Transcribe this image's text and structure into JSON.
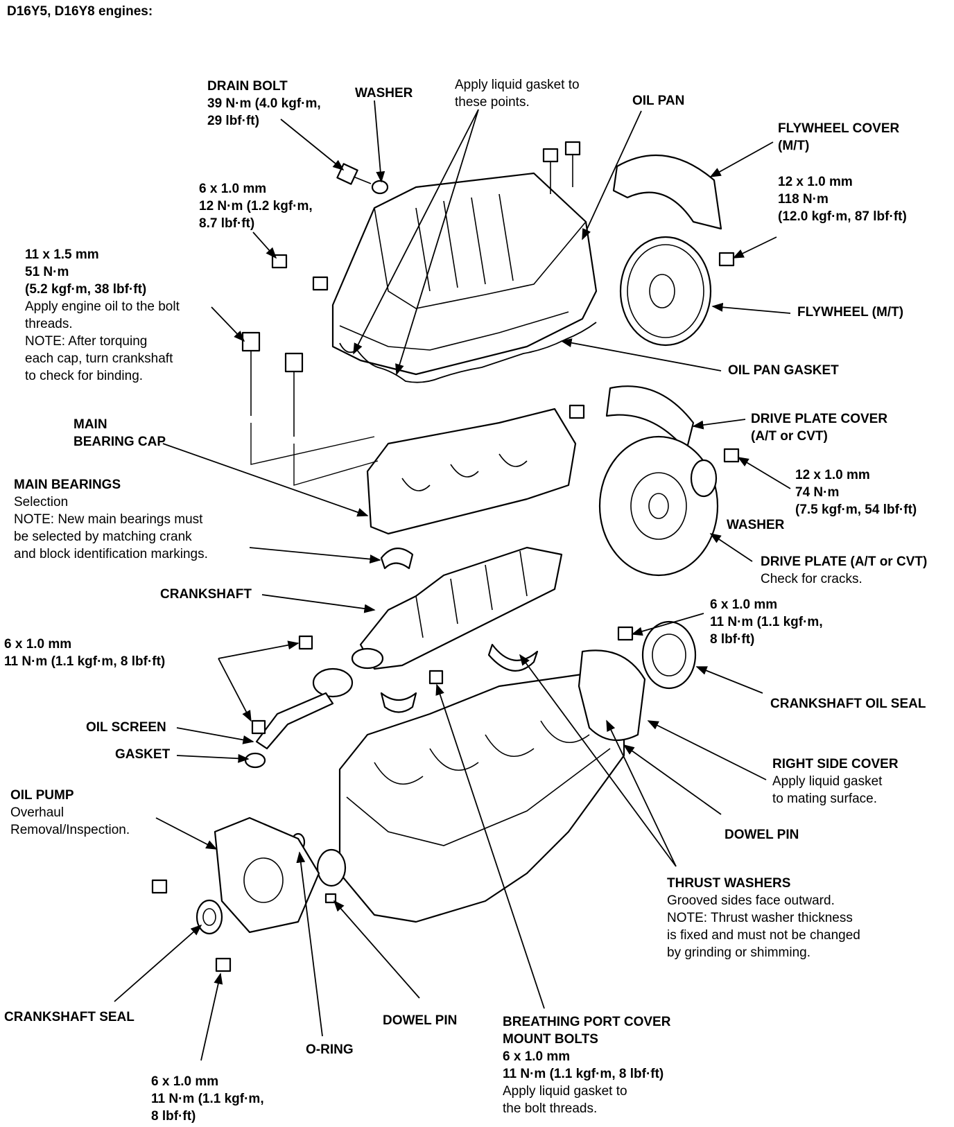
{
  "title": "D16Y5, D16Y8 engines:",
  "labels": {
    "drain_bolt": {
      "name": "DRAIN BOLT",
      "spec1": "39 N·m (4.0 kgf·m,",
      "spec2": "29 lbf·ft)"
    },
    "washer_top": {
      "name": "WASHER"
    },
    "liquid_gasket": {
      "line1": "Apply liquid gasket to",
      "line2": "these points."
    },
    "oil_pan": {
      "name": "OIL PAN"
    },
    "flywheel_cover": {
      "name": "FLYWHEEL COVER",
      "sub": "(M/T)"
    },
    "bolt_12x1_flywheel": {
      "size": "12 x 1.0 mm",
      "torque": "118 N·m",
      "conv": "(12.0 kgf·m, 87 lbf·ft)"
    },
    "bolt_6x1_pan": {
      "size": "6 x 1.0 mm",
      "torque": "12 N·m (1.2 kgf·m,",
      "conv": "8.7 lbf·ft)"
    },
    "bolt_11x15": {
      "size": "11 x 1.5 mm",
      "torque": "51 N·m",
      "conv": "(5.2 kgf·m, 38 lbf·ft)",
      "note1": "Apply engine oil to the bolt",
      "note2": "threads.",
      "note3": "NOTE:  After torquing",
      "note4": "each cap, turn crankshaft",
      "note5": "to check for binding."
    },
    "flywheel": {
      "name": "FLYWHEEL (M/T)"
    },
    "oil_pan_gasket": {
      "name": "OIL PAN GASKET"
    },
    "main_bearing_cap": {
      "line1": "MAIN",
      "line2": "BEARING CAP"
    },
    "drive_plate_cover": {
      "name": "DRIVE PLATE COVER",
      "sub": "(A/T or CVT)"
    },
    "bolt_12x1_drive": {
      "size": "12 x 1.0 mm",
      "torque": "74 N·m",
      "conv": "(7.5 kgf·m, 54 lbf·ft)"
    },
    "main_bearings": {
      "name": "MAIN BEARINGS",
      "sub": "Selection",
      "note1": "NOTE:  New main bearings must",
      "note2": "be selected by matching crank",
      "note3": "and block identification markings."
    },
    "washer_drive": {
      "name": "WASHER"
    },
    "drive_plate": {
      "name": "DRIVE PLATE (A/T or CVT)",
      "sub": "Check for cracks."
    },
    "crankshaft": {
      "name": "CRANKSHAFT"
    },
    "bolt_6x1_right": {
      "size": "6 x 1.0 mm",
      "torque": "11 N·m (1.1 kgf·m,",
      "conv": "8 lbf·ft)"
    },
    "bolt_6x1_left": {
      "size": "6 x 1.0 mm",
      "torque": "11 N·m (1.1 kgf·m, 8 lbf·ft)"
    },
    "crankshaft_oil_seal": {
      "name": "CRANKSHAFT OIL SEAL"
    },
    "oil_screen": {
      "name": "OIL SCREEN"
    },
    "gasket": {
      "name": "GASKET"
    },
    "right_side_cover": {
      "name": "RIGHT SIDE COVER",
      "sub1": "Apply liquid gasket",
      "sub2": "to mating surface."
    },
    "oil_pump": {
      "name": "OIL PUMP",
      "sub1": "Overhaul",
      "sub2": "Removal/Inspection."
    },
    "dowel_pin_right": {
      "name": "DOWEL PIN"
    },
    "thrust_washers": {
      "name": "THRUST WASHERS",
      "sub1": "Grooved sides face outward.",
      "sub2": "NOTE: Thrust washer thickness",
      "sub3": "is fixed and must not be changed",
      "sub4": "by grinding or shimming."
    },
    "crankshaft_seal": {
      "name": "CRANKSHAFT SEAL"
    },
    "dowel_pin_bottom": {
      "name": "DOWEL PIN"
    },
    "o_ring": {
      "name": "O-RING"
    },
    "breathing_port": {
      "line1": "BREATHING PORT COVER",
      "line2": "MOUNT BOLTS",
      "size": "6 x 1.0 mm",
      "torque": "11 N·m (1.1 kgf·m, 8 lbf·ft)",
      "note1": "Apply liquid gasket to",
      "note2": "the bolt threads."
    },
    "bolt_6x1_bottom": {
      "size": "6 x 1.0 mm",
      "torque": "11 N·m (1.1 kgf·m,",
      "conv": "8 lbf·ft)"
    }
  }
}
